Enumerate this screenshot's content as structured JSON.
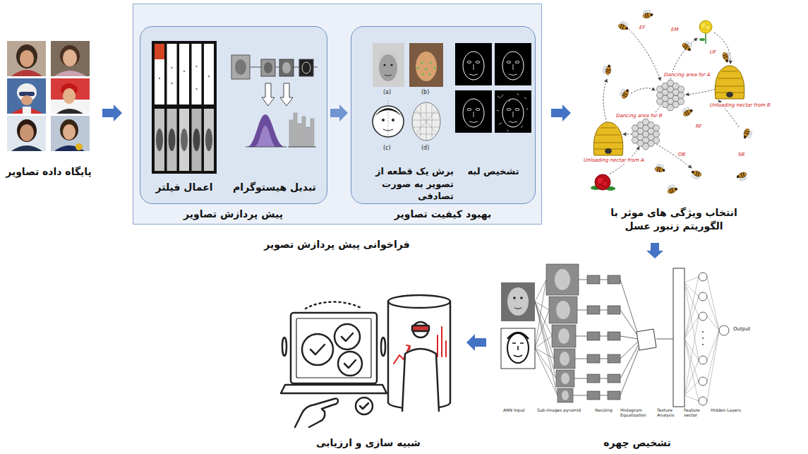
{
  "diagram": {
    "nodes": [
      {
        "text": [
          "پایگاه داده تصاویر"
        ]
      },
      {
        "text": [
          "فراخوانی پیش پردازش تصویر"
        ]
      },
      {
        "text": [
          "پیش پردازش تصاویر"
        ],
        "in": 1
      },
      {
        "text": [
          "اعمال فیلتر"
        ],
        "in": 2
      },
      {
        "text": [
          "تبدیل هیستوگرام"
        ],
        "in": 2
      },
      {
        "text": [
          "بهبود کیفیت تصاویر"
        ],
        "in": 1
      },
      {
        "text": [
          "برش یک قطعه از تصویر به صورت تصادفی"
        ],
        "in": 5
      },
      {
        "text": [
          "تشخیص لبه"
        ],
        "in": 5
      },
      {
        "text": [
          "انتخاب ویژگی های موثر با الگوریتم زنبور عسل"
        ]
      },
      {
        "text": [
          "تشخیص چهره"
        ]
      },
      {
        "text": [
          "شبیه سازی و ارزیابی"
        ]
      }
    ],
    "edges": [
      {
        "from": 0,
        "to": 1,
        "arrow": "to"
      },
      {
        "from": 2,
        "to": 5,
        "arrow": "to"
      },
      {
        "from": 1,
        "to": 8,
        "arrow": "to"
      },
      {
        "from": 8,
        "to": 9,
        "arrow": "to"
      },
      {
        "from": 9,
        "to": 10,
        "arrow": "to"
      }
    ],
    "labels": [
      "(a)",
      "(b)",
      "(c)",
      "(d)",
      "EF",
      "EM",
      "UF",
      "Dancing area for A",
      "Unloading nectar from B",
      "RF",
      "Dancing area for B",
      "OB",
      "SB",
      "Unloading nectar from A",
      "ANN Input",
      "Sub-images pyramid",
      "Resizing",
      "Histogram Equalization",
      "Texture Analysis",
      "Feature vector",
      "Hidden Layers",
      "Output"
    ]
  }
}
